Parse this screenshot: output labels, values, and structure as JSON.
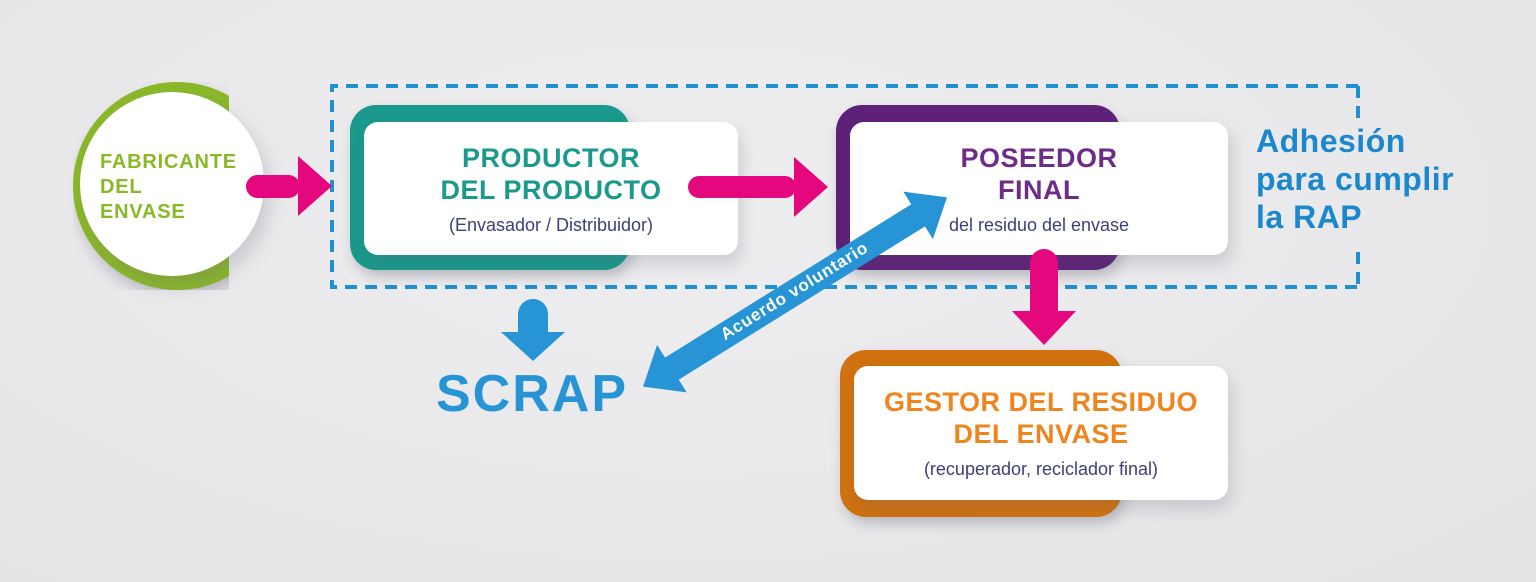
{
  "palette": {
    "background": "#e9e9eb",
    "green": "#8bb829",
    "pink": "#e5077e",
    "teal": "#1a998c",
    "purple_frame": "#5e2178",
    "purple_text": "#6e2b87",
    "orange_frame": "#d0720f",
    "orange_text": "#ee8620",
    "navy_subtitle": "#3e3e78",
    "blue_arrow": "#2794d6",
    "blue_dash": "#1f90d2",
    "blue_text": "#1b87cd",
    "white": "#ffffff"
  },
  "nodes": {
    "fabricante": {
      "line1": "FABRICANTE",
      "line2": "DEL",
      "line3": "ENVASE"
    },
    "productor": {
      "title1": "PRODUCTOR",
      "title2": "DEL PRODUCTO",
      "subtitle": "(Envasador / Distribuidor)"
    },
    "poseedor": {
      "title1": "POSEEDOR",
      "title2": "FINAL",
      "subtitle": "del residuo del envase"
    },
    "gestor": {
      "title1": "GESTOR DEL RESIDUO",
      "title2": "DEL ENVASE",
      "subtitle": "(recuperador, reciclador final)"
    },
    "scrap": {
      "label": "SCRAP"
    }
  },
  "annotations": {
    "adhesion": {
      "line1": "Adhesión",
      "line2": "para cumplir",
      "line3": "la RAP"
    },
    "acuerdo": {
      "label": "Acuerdo voluntario"
    }
  }
}
